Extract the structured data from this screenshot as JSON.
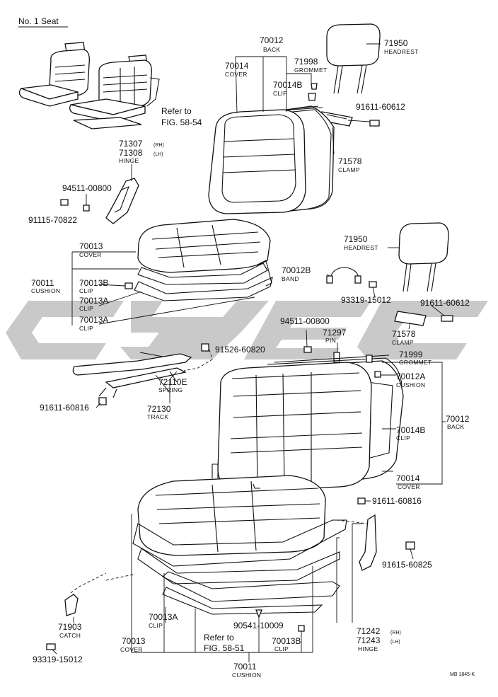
{
  "header": {
    "title": "No. 1  Seat"
  },
  "refs": {
    "top": [
      "Refer to",
      "FIG. 58-54"
    ],
    "bottom": [
      "Refer to",
      "FIG. 58-51"
    ]
  },
  "parts": {
    "p70012_top": {
      "num": "70012",
      "name": "BACK"
    },
    "p70014_top": {
      "num": "70014",
      "name": "COVER"
    },
    "p71998": {
      "num": "71998",
      "name": "GROMMET"
    },
    "p70014b_top": {
      "num": "70014B",
      "name": "CLIP"
    },
    "p71950_top": {
      "num": "71950",
      "name": "HEADREST"
    },
    "p91611_60612_a": {
      "num": "91611-60612"
    },
    "p71578_top": {
      "num": "71578",
      "name": "CLAMP"
    },
    "p71307": {
      "num": "71307",
      "side": "(RH)"
    },
    "p71308": {
      "num": "71308",
      "side": "(LH)",
      "name": "HINGE"
    },
    "p94511_a": {
      "num": "94511-00800"
    },
    "p91115": {
      "num": "91115-70822"
    },
    "p70013_top": {
      "num": "70013",
      "name": "COVER"
    },
    "p70011_top": {
      "num": "70011",
      "name": "CUSHION"
    },
    "p70013b_top": {
      "num": "70013B",
      "name": "CLIP"
    },
    "p70013a_top": {
      "num": "70013A",
      "name": "CLIP"
    },
    "p70013a_top2": {
      "num": "70013A",
      "name": "CLIP"
    },
    "p71950_mid": {
      "num": "71950",
      "name": "HEADREST"
    },
    "p70012b": {
      "num": "70012B",
      "name": "BAND"
    },
    "p93319_a": {
      "num": "93319-15012"
    },
    "p91611_60612_b": {
      "num": "91611-60612"
    },
    "p94511_b": {
      "num": "94511-00800"
    },
    "p71297": {
      "num": "71297",
      "name": "PIN"
    },
    "p71578_mid": {
      "num": "71578",
      "name": "CLAMP"
    },
    "p91526": {
      "num": "91526-60820"
    },
    "p72110e": {
      "num": "72110E",
      "name": "SPRING"
    },
    "p72130": {
      "num": "72130",
      "name": "TRACK"
    },
    "p91611_60816_a": {
      "num": "91611-60816"
    },
    "p71999": {
      "num": "71999",
      "name": "GROMMET"
    },
    "p70012a": {
      "num": "70012A",
      "name": "CUSHION"
    },
    "p70012_mid": {
      "num": "70012",
      "name": "BACK"
    },
    "p70014b_mid": {
      "num": "70014B",
      "name": "CLIP"
    },
    "p70014_mid": {
      "num": "70014",
      "name": "COVER"
    },
    "p91611_60816_b": {
      "num": "91611-60816"
    },
    "p91615": {
      "num": "91615-60825"
    },
    "p71903": {
      "num": "71903",
      "name": "CATCH"
    },
    "p93319_b": {
      "num": "93319-15012"
    },
    "p70013a_bot": {
      "num": "70013A",
      "name": "CLIP"
    },
    "p70013_bot": {
      "num": "70013",
      "name": "COVER"
    },
    "p90541": {
      "num": "90541-10009"
    },
    "p70013b_bot": {
      "num": "70013B",
      "name": "CLIP"
    },
    "p71242": {
      "num": "71242",
      "side": "(RH)"
    },
    "p71243": {
      "num": "71243",
      "side": "(LH)",
      "name": "HINGE"
    },
    "p70011_bot": {
      "num": "70011",
      "name": "CUSHION"
    }
  },
  "footer": {
    "code": "MB  1845-K"
  },
  "colors": {
    "watermark": "#c9c9c9",
    "ink": "#111111"
  }
}
